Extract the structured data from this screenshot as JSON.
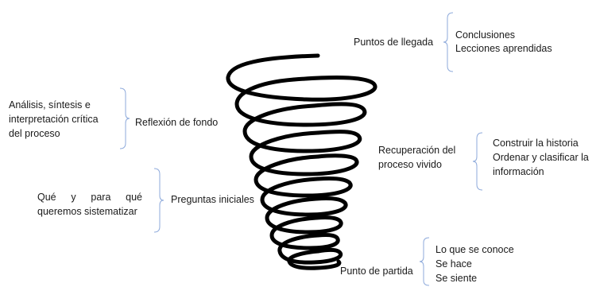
{
  "arrival": {
    "label": "Puntos de llegada",
    "items": [
      "Conclusiones",
      "Lecciones aprendidas"
    ]
  },
  "reflection": {
    "label": "Reflexión de fondo",
    "notes": [
      "Análisis, síntesis e",
      "interpretación crítica",
      "del proceso"
    ]
  },
  "recovery": {
    "label_lines": [
      "Recuperación del",
      "proceso vivido"
    ],
    "items": [
      "Construir la historia",
      "Ordenar y clasificar la",
      "información"
    ]
  },
  "questions": {
    "label": "Preguntas iniciales",
    "notes": [
      "Qué y para qué",
      "queremos sistematizar"
    ]
  },
  "start": {
    "label": "Punto de partida",
    "items": [
      "Lo que se conoce",
      "Se hace",
      "Se siente"
    ]
  }
}
